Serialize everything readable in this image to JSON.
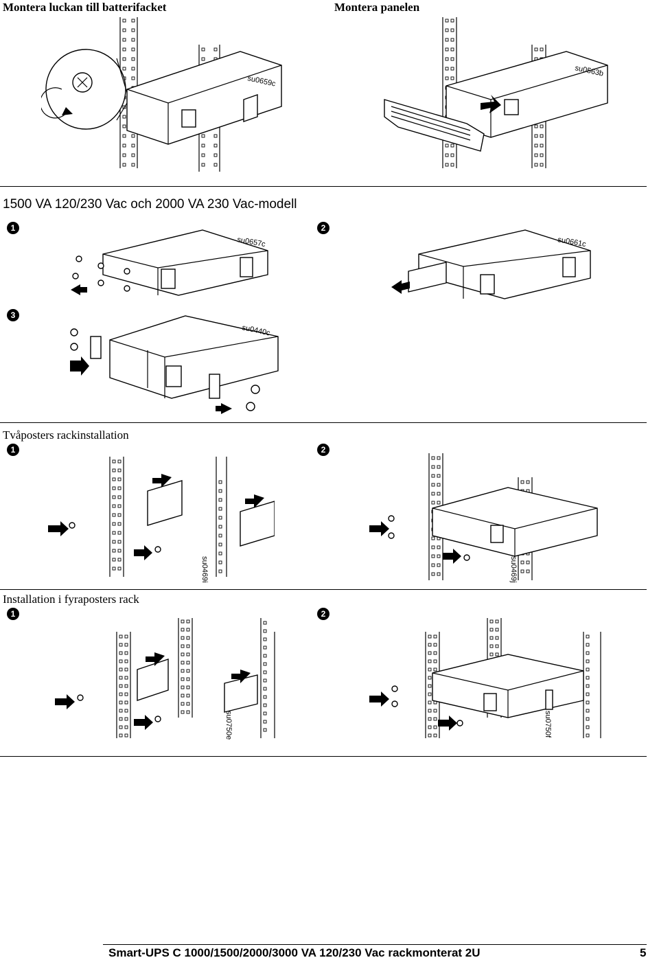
{
  "sections": {
    "top_left_heading": "Montera luckan till batterifacket",
    "top_right_heading": "Montera panelen",
    "model_heading": "1500 VA 120/230 Vac och 2000 VA 230 Vac-modell",
    "two_post_heading": "Tvåposters rackinstallation",
    "four_post_heading": "Installation i fyraposters rack"
  },
  "steps": {
    "one": "1",
    "two": "2",
    "three": "3"
  },
  "figure_codes": {
    "fig_a": "su0659c",
    "fig_b": "su0563b",
    "fig_c": "su0657c",
    "fig_d": "su0661c",
    "fig_e": "su0440c",
    "fig_f": "su0469i",
    "fig_g": "su0469j",
    "fig_h": "su0750e",
    "fig_i": "su0750f"
  },
  "footer": {
    "title": "Smart-UPS C  1000/1500/2000/3000 VA  120/230 Vac  rackmonterat 2U",
    "page_number": "5"
  }
}
